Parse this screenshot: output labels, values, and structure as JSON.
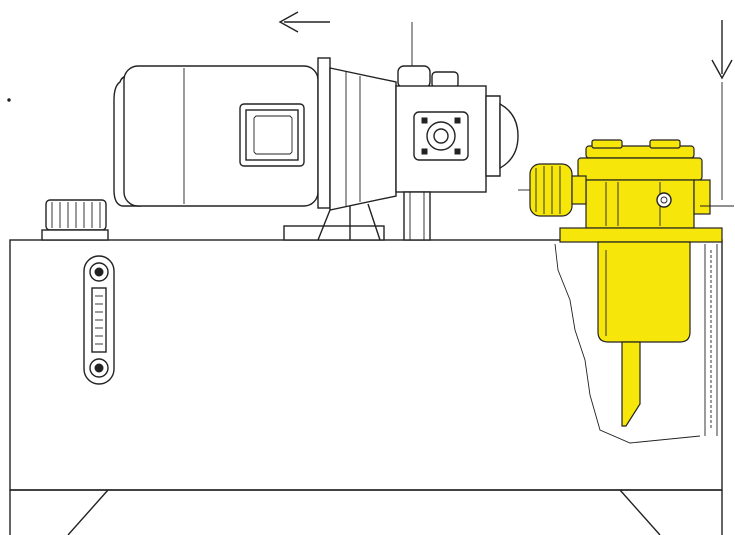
{
  "diagram": {
    "kind": "hydraulic power unit technical drawing",
    "components": [
      "electric-motor",
      "bell-housing-coupling",
      "hydraulic-pump",
      "filler-breather-cap",
      "level-sight-gauge",
      "return-line-filter",
      "oil-reservoir-tank"
    ],
    "flow_arrows": [
      "left-arrow",
      "down-arrow"
    ],
    "colors": {
      "line": "#222222",
      "background": "#ffffff",
      "filter_highlight": "#f7e60a"
    }
  }
}
